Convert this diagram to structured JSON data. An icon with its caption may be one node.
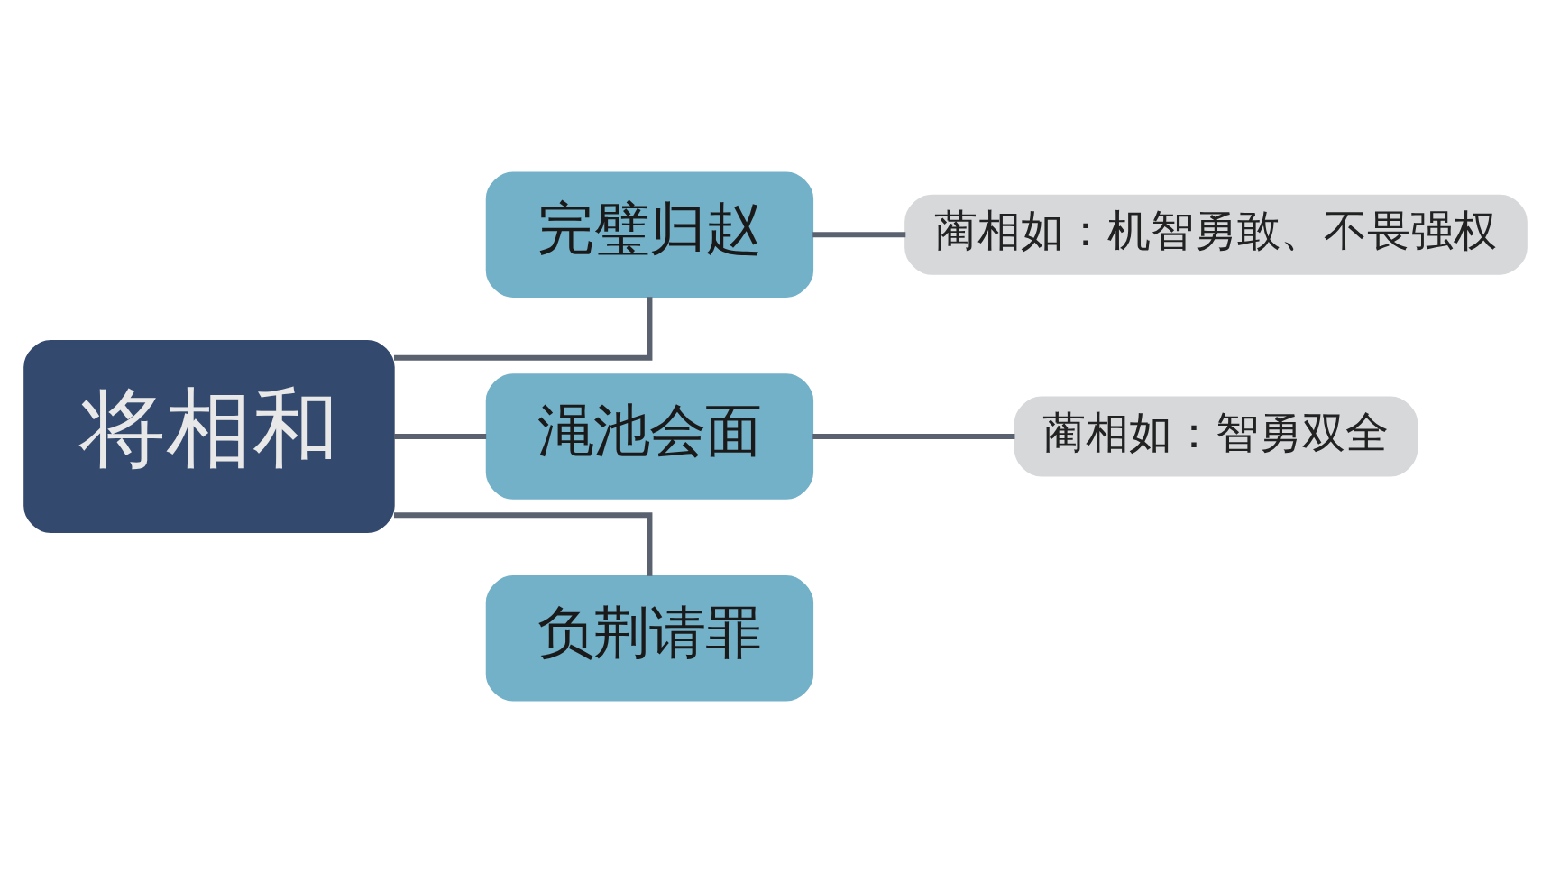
{
  "diagram": {
    "nodes": [
      {
        "text": [
          "将相和"
        ]
      },
      {
        "text": [
          "完璧归赵"
        ]
      },
      {
        "text": [
          "渑池会面"
        ]
      },
      {
        "text": [
          "负荆请罪"
        ]
      },
      {
        "text": [
          "蔺相如：机智勇敢、不畏强权"
        ]
      },
      {
        "text": [
          "蔺相如：智勇双全"
        ]
      }
    ],
    "edges": [
      {
        "from": 0,
        "to": 1,
        "arrow": "none"
      },
      {
        "from": 0,
        "to": 2,
        "arrow": "none"
      },
      {
        "from": 0,
        "to": 3,
        "arrow": "none"
      },
      {
        "from": 1,
        "to": 4,
        "arrow": "none"
      },
      {
        "from": 2,
        "to": 5,
        "arrow": "none"
      }
    ]
  }
}
